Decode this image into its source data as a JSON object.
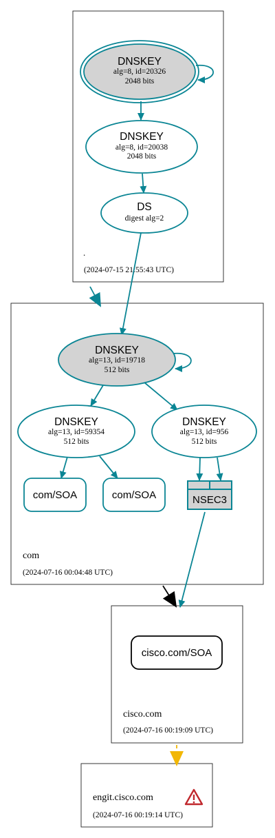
{
  "colors": {
    "teal": "#0a8594",
    "black": "#000000",
    "yellow": "#f2b705",
    "gray_fill": "#d3d3d3",
    "warning_red": "#c0282d"
  },
  "zones": {
    "root": {
      "name": ".",
      "timestamp": "(2024-07-15 21:55:43 UTC)"
    },
    "com": {
      "name": "com",
      "timestamp": "(2024-07-16 00:04:48 UTC)"
    },
    "cisco": {
      "name": "cisco.com",
      "timestamp": "(2024-07-16 00:19:09 UTC)"
    },
    "engit": {
      "name": "engit.cisco.com",
      "timestamp": "(2024-07-16 00:19:14 UTC)",
      "status_icon": "warning-icon"
    }
  },
  "nodes": {
    "root_ksk": {
      "title": "DNSKEY",
      "line1": "alg=8, id=20326",
      "line2": "2048 bits"
    },
    "root_zsk": {
      "title": "DNSKEY",
      "line1": "alg=8, id=20038",
      "line2": "2048 bits"
    },
    "root_ds": {
      "title": "DS",
      "line1": "digest alg=2"
    },
    "com_ksk": {
      "title": "DNSKEY",
      "line1": "alg=13, id=19718",
      "line2": "512 bits"
    },
    "com_zsk1": {
      "title": "DNSKEY",
      "line1": "alg=13, id=59354",
      "line2": "512 bits"
    },
    "com_zsk2": {
      "title": "DNSKEY",
      "line1": "alg=13, id=956",
      "line2": "512 bits"
    },
    "com_soa1": {
      "label": "com/SOA"
    },
    "com_soa2": {
      "label": "com/SOA"
    },
    "nsec3": {
      "label": "NSEC3"
    },
    "cisco_soa": {
      "label": "cisco.com/SOA"
    }
  }
}
